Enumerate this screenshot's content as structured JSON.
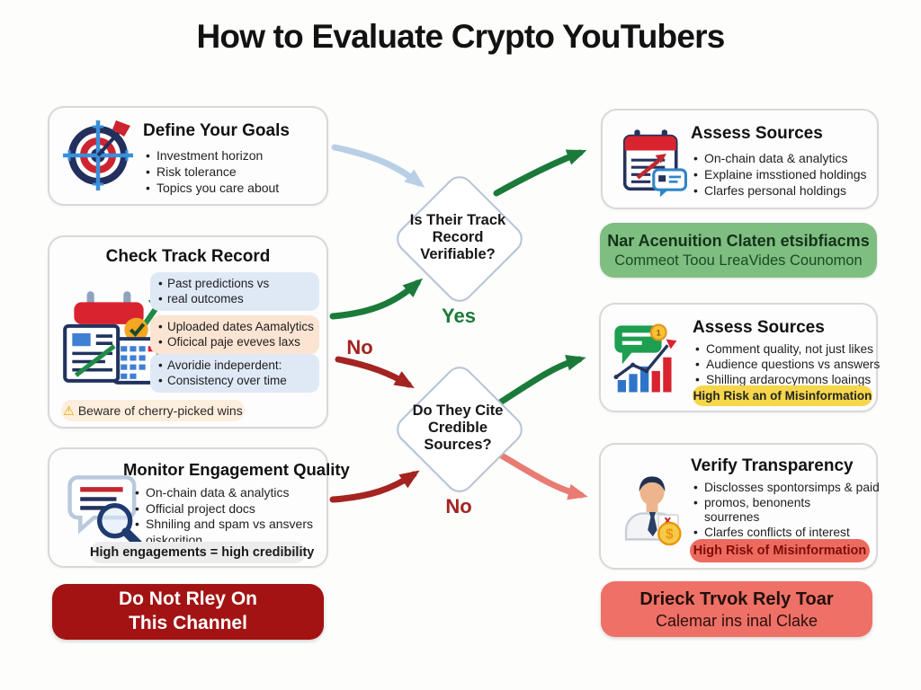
{
  "title": "How to Evaluate Crypto YouTubers",
  "colors": {
    "arrow_green": "#1b7a3a",
    "arrow_blue": "#b9cfe6",
    "arrow_red": "#a32421",
    "arrow_salmon": "#e87c72",
    "banner_red": "#a31313",
    "banner_red_text": "#ffffff",
    "banner_green": "#7fbe81",
    "banner_green_text": "#14321a",
    "banner_salmon": "#ee7066",
    "banner_salmon_text": "#23100c",
    "pill_yellow": "#f6d64a",
    "pill_red": "#ed6a5e",
    "pill_red_text": "#7e0d08",
    "pill_gray": "#ececec",
    "subbox_blue": "#dfe9f6",
    "subbox_peach": "#fce4d3",
    "warning_bg": "#fdeedd",
    "yes_text": "#1b7a3a",
    "no_text": "#a32421"
  },
  "left": {
    "goals": {
      "title": "Define Your Goals",
      "icon": "target-icon",
      "bullets": [
        "Investment horizon",
        "Risk tolerance",
        "Topics you care about"
      ]
    },
    "track": {
      "title": "Check Track Record",
      "icon": "calendar-documents-icon",
      "group1": [
        "Past predictions vs",
        "real outcomes"
      ],
      "group2": [
        "Uploaded dates Aamalytics",
        "Oficical paje eveves laxs"
      ],
      "group3": [
        "Avoridie indeperdent:",
        "Consistency over time"
      ],
      "warning": {
        "icon": "warning-triangle-icon",
        "text": "Beware of cherry-picked wins"
      }
    },
    "engagement": {
      "title": "Monitor Engagement Quality",
      "icon": "speech-bubble-magnifier-icon",
      "bullets": [
        "On-chain data & analytics",
        "Official project docs",
        "Shniling and spam vs ansvers",
        {
          "t": "oiskorition",
          "b": false
        }
      ],
      "pill": "High engagements = high credibility"
    },
    "banner": {
      "line1": "Do Not Rley On",
      "line2": "This Channel"
    }
  },
  "flow": {
    "d1_lines": [
      "Is Their Track",
      "Record",
      "Verifiable?"
    ],
    "d2_lines": [
      "Do They Cite",
      "Credible",
      "Sources?"
    ],
    "yes": "Yes",
    "no1": "No",
    "no2": "No"
  },
  "right": {
    "sources1": {
      "title": "Assess Sources",
      "icon": "notepad-chat-icon",
      "bullets": [
        "On-chain data & analytics",
        "Explaine imsstioned holdings",
        "Clarfes personal holdings"
      ]
    },
    "green_banner": {
      "line1": "Nar Acenuition Claten etsibfiacms",
      "line2": "Commeot Toou LreaVides Counomon"
    },
    "sources2": {
      "title": "Assess Sources",
      "icon": "chart-bubble-icon",
      "bullets": [
        "Comment quality, not just likes",
        "Audience questions vs answers",
        "Shilling ardarocymons loaings"
      ],
      "pill": "High Risk an of Misinformation"
    },
    "transparency": {
      "title": "Verify Transparency",
      "icon": "person-coin-icon",
      "bullets": [
        "Disclosses spontorsimps & paid",
        "promos, benonents",
        {
          "t": "sourrenes",
          "b": false
        },
        "Clarfes conflicts of interest"
      ],
      "pill": "High Risk of Misinformation"
    },
    "banner": {
      "line1": "Drieck Trvok  Rely Toar",
      "line2": "Calemar ins inal Clake"
    }
  }
}
